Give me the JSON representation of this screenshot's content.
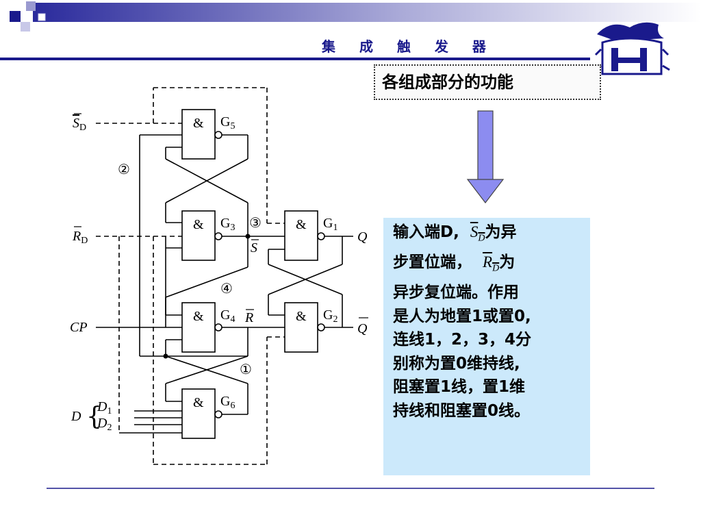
{
  "header": {
    "title": "集 成 触 发 器"
  },
  "heading_box": {
    "text": "各组成部分的功能"
  },
  "description": {
    "line1_a": "输入端D,",
    "line1_sym": "S",
    "line1_sub": "D",
    "line1_b": "为异",
    "line2_a": "步置位端，",
    "line2_sym": "R",
    "line2_sub": "D",
    "line2_b": "为",
    "line3": "异步复位端。作用",
    "line4": "是人为地置1或置0,",
    "line5": "连线1，2，3，4分",
    "line6": "别称为置0维持线,",
    "line7": "阻塞置1线，置1维",
    "line8": "持线和阻塞置0线。"
  },
  "circuit": {
    "gate_symbol": "&",
    "gates": {
      "g1": {
        "label": "G",
        "sub": "1"
      },
      "g2": {
        "label": "G",
        "sub": "2"
      },
      "g3": {
        "label": "G",
        "sub": "3"
      },
      "g4": {
        "label": "G",
        "sub": "4"
      },
      "g5": {
        "label": "G",
        "sub": "5"
      },
      "g6": {
        "label": "G",
        "sub": "6"
      }
    },
    "inputs": {
      "sd": {
        "label": "S",
        "sub": "D"
      },
      "rd": {
        "label": "R",
        "sub": "D"
      },
      "cp": "CP",
      "d": "D",
      "d1": {
        "label": "D",
        "sub": "1"
      },
      "d2": {
        "label": "D",
        "sub": "2"
      }
    },
    "outputs": {
      "q": "Q",
      "qbar": "Q"
    },
    "signals": {
      "s_bar": "S",
      "r_bar": "R"
    },
    "line_markers": [
      "①",
      "②",
      "③",
      "④"
    ]
  },
  "colors": {
    "title": "#1a1a8c",
    "rule": "#1a1a8c",
    "description_bg": "#cce9fb",
    "arrow_fill": "#8c8cf0"
  }
}
